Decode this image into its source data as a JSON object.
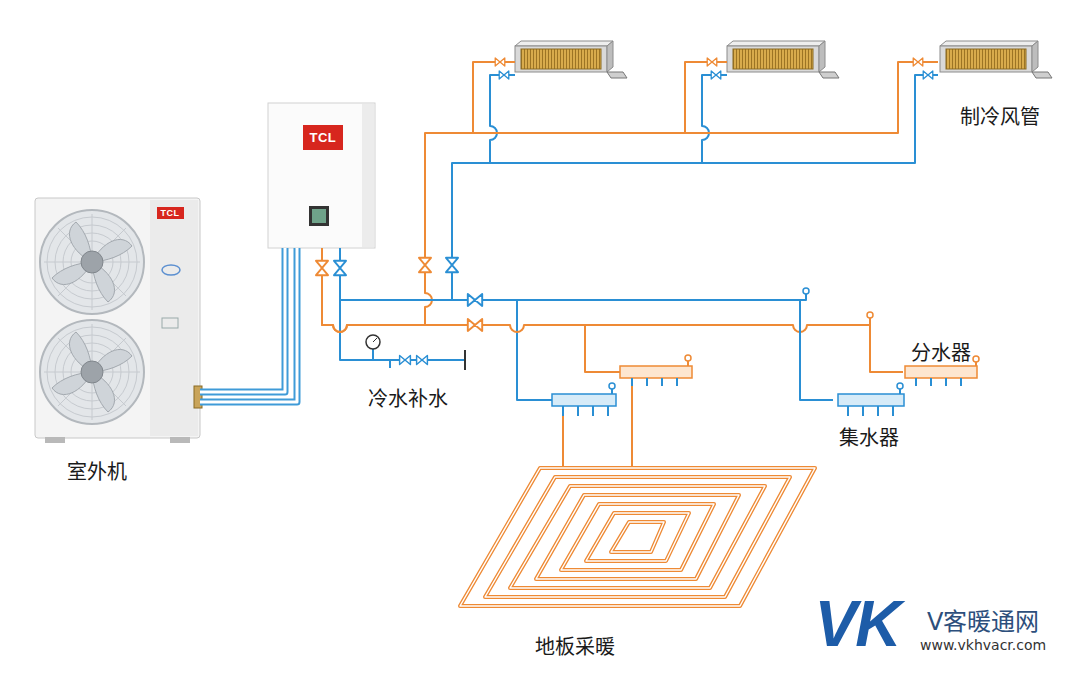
{
  "diagram": {
    "nodes": [
      {
        "text": [
          "TCL",
          "室外机"
        ]
      },
      {
        "text": [
          "TCL"
        ]
      },
      {
        "text": [
          "制冷风管"
        ]
      },
      {
        "text": [
          "分水器"
        ]
      },
      {
        "text": [
          "集水器"
        ]
      },
      {
        "text": [
          "地板采暖"
        ]
      }
    ],
    "edges": [
      {
        "from": 0,
        "to": 1,
        "arrow": "none"
      },
      {
        "from": 0,
        "to": 1,
        "arrow": "none"
      },
      {
        "from": 1,
        "to": 2,
        "arrow": "none"
      },
      {
        "from": 1,
        "to": 2,
        "arrow": "none"
      },
      {
        "from": 1,
        "to": 3,
        "arrow": "none"
      },
      {
        "from": 1,
        "to": 4,
        "arrow": "none"
      }
    ],
    "labels": [
      "冷水补水",
      "VK",
      "V客暖通网",
      "www.vkhvacr.com"
    ]
  }
}
